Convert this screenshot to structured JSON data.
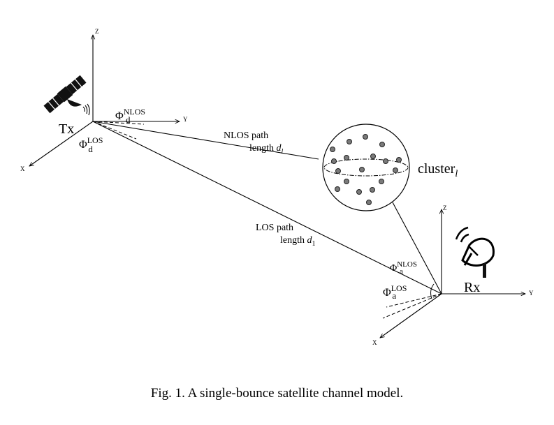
{
  "axes": {
    "z": "Z",
    "y": "Y",
    "x": "X"
  },
  "transmitter": {
    "label": "Tx"
  },
  "receiver": {
    "label": "Rx"
  },
  "angles": {
    "departure_nlos": {
      "symbol": "Φ",
      "sub": "d",
      "sup": "NLOS"
    },
    "departure_los": {
      "symbol": "Φ",
      "sub": "d",
      "sup": "LOS"
    },
    "arrival_nlos": {
      "symbol": "Φ",
      "sub": "a",
      "sup": "NLOS"
    },
    "arrival_los": {
      "symbol": "Φ",
      "sub": "a",
      "sup": "LOS"
    }
  },
  "nlos_path": {
    "line1": "NLOS path",
    "line2": "length",
    "var": "d",
    "sub": "l"
  },
  "los_path": {
    "line1": "LOS path",
    "line2": "length",
    "var": "d",
    "sub": "1"
  },
  "cluster": {
    "label": "cluster",
    "sub": "l"
  },
  "caption": "Fig. 1.  A single-bounce satellite channel model."
}
